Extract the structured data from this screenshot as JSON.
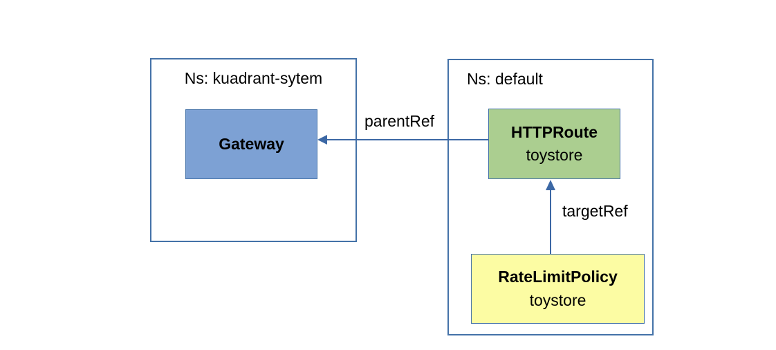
{
  "diagram": {
    "namespaces": [
      {
        "id": "kuadrant-system",
        "label": "Ns: kuadrant-sytem"
      },
      {
        "id": "default",
        "label": "Ns: default"
      }
    ],
    "nodes": {
      "gateway": {
        "title": "Gateway",
        "fill": "#7da1d4"
      },
      "httproute": {
        "title": "HTTPRoute",
        "subtitle": "toystore",
        "fill": "#abce90"
      },
      "ratelimitpolicy": {
        "title": "RateLimitPolicy",
        "subtitle": "toystore",
        "fill": "#fcfca3"
      }
    },
    "edges": {
      "parentref": {
        "label": "parentRef",
        "from": "HTTPRoute",
        "to": "Gateway"
      },
      "targetref": {
        "label": "targetRef",
        "from": "RateLimitPolicy",
        "to": "HTTPRoute"
      }
    },
    "colors": {
      "border_blue": "#4472a8",
      "arrow_blue": "#3c68a5",
      "background": "#ffffff",
      "text": "#000000"
    }
  }
}
